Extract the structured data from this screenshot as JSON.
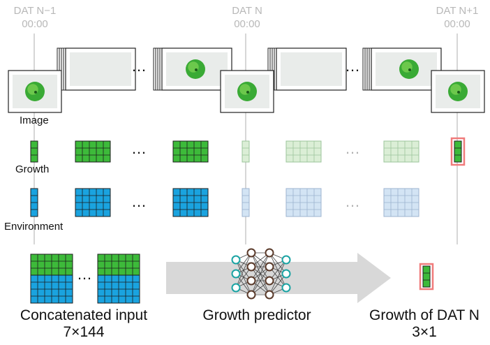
{
  "timeline": [
    {
      "dat": "DAT N−1",
      "time": "00:00"
    },
    {
      "dat": "DAT N",
      "time": "00:00"
    },
    {
      "dat": "DAT N+1",
      "time": "00:00"
    }
  ],
  "rows": {
    "image": "Image",
    "growth": "Growth",
    "environment": "Environment"
  },
  "ellipsis": "…",
  "captions": {
    "input_title": "Concatenated input",
    "input_size": "7×144",
    "predictor_title": "Growth predictor",
    "output_title": "Growth of DAT N",
    "output_size": "3×1"
  },
  "colors": {
    "growth": "#3dba3a",
    "growth_faded": "#dbeed6",
    "environment": "#1aa3df",
    "environment_faded": "#d3e4f4",
    "target_outline": "#f07b7b",
    "plant": "#3aaa35",
    "arrow": "#d8d8d8",
    "neuron_io": "#1aa3a3",
    "neuron_hidden": "#5a3a2a",
    "timeline": "#c8c8c8"
  }
}
